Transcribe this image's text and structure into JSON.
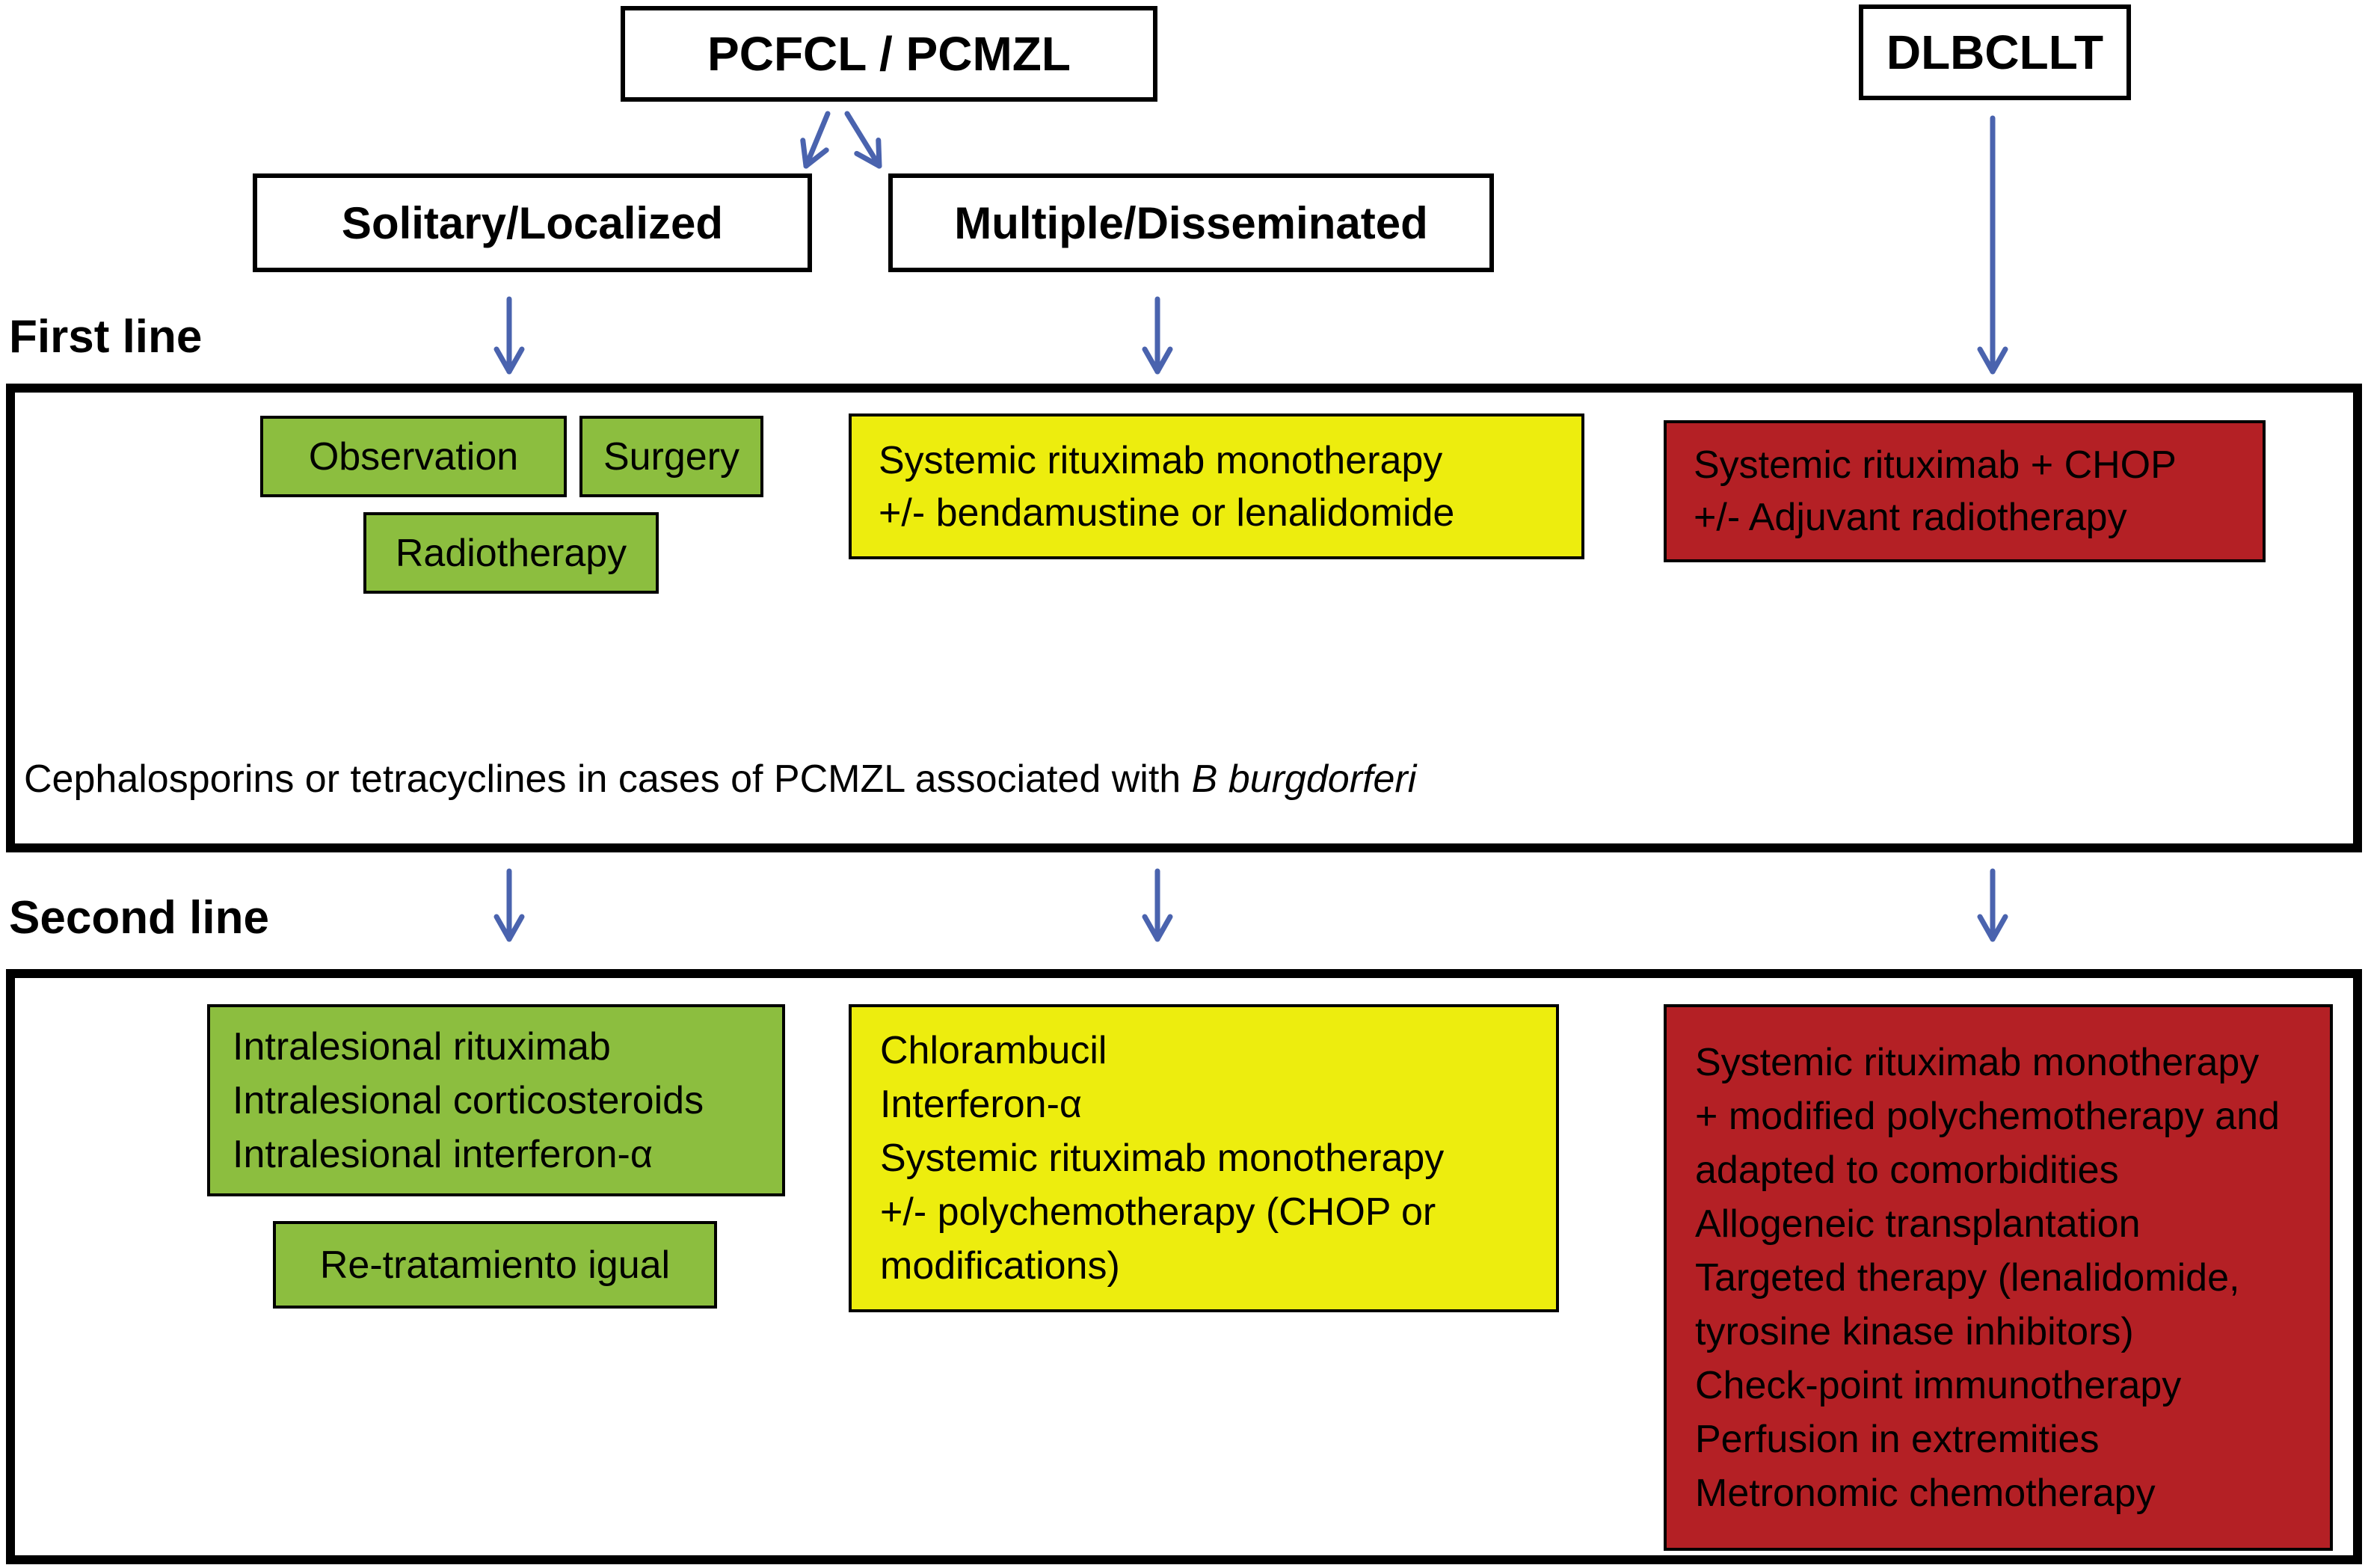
{
  "colors": {
    "green": "#8cbe3f",
    "yellow": "#eded0e",
    "red": "#b42025",
    "arrow": "#4a63ae",
    "ink": "#000000",
    "bg": "#ffffff"
  },
  "header": {
    "pcfcl_pcmzl": "PCFCL / PCMZL",
    "dlbcllt": "DLBCLLT",
    "solitary": "Solitary/Localized",
    "multiple": "Multiple/Disseminated"
  },
  "first_line": {
    "section_label": "First line",
    "observation": "Observation",
    "surgery": "Surgery",
    "radiotherapy": "Radiotherapy",
    "yellow_lines": [
      "Systemic rituximab monotherapy",
      "+/- bendamustine or lenalidomide"
    ],
    "red_lines": [
      "Systemic rituximab + CHOP",
      "+/- Adjuvant radiotherapy"
    ],
    "note_prefix": "Cephalosporins or tetracyclines in cases of PCMZL associated with ",
    "note_italic": "B burgdorferi"
  },
  "second_line": {
    "section_label": "Second line",
    "green_lines": [
      "Intralesional rituximab",
      "Intralesional corticosteroids",
      "Intralesional interferon-α"
    ],
    "retreat": "Re-tratamiento igual",
    "yellow_lines": [
      "Chlorambucil",
      "Interferon-α",
      "Systemic rituximab monotherapy",
      "+/- polychemotherapy (CHOP or",
      "modifications)"
    ],
    "red_lines": [
      "Systemic rituximab monotherapy",
      "+ modified polychemotherapy and",
      "adapted to comorbidities",
      "Allogeneic transplantation",
      "Targeted therapy (lenalidomide,",
      "tyrosine kinase inhibitors)",
      "Check-point immunotherapy",
      "Perfusion in extremities",
      "Metronomic chemotherapy"
    ]
  }
}
